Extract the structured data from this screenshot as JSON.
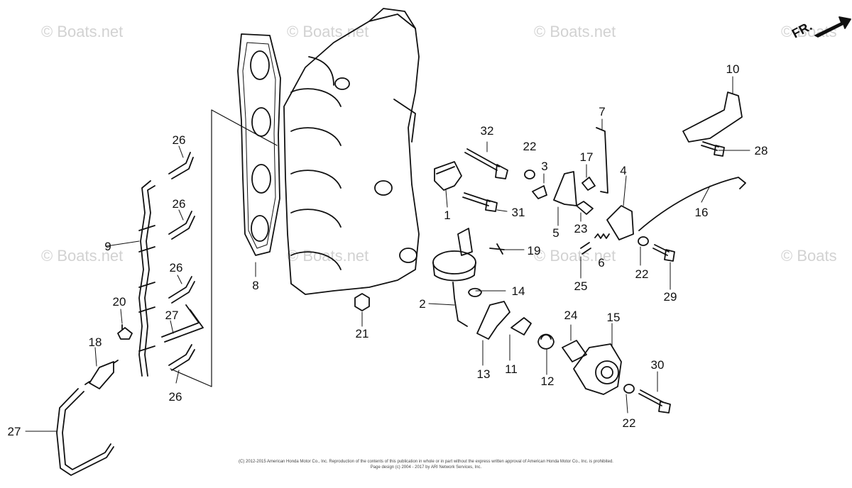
{
  "watermarks": [
    {
      "text": "© Boats.net"
    },
    {
      "text": "© Boats.net"
    },
    {
      "text": "© Boats.net"
    },
    {
      "text": "© Boats"
    },
    {
      "text": "© Boats.net"
    },
    {
      "text": "© Boats.net"
    },
    {
      "text": "© Boats.net"
    },
    {
      "text": "© Boats"
    }
  ],
  "direction_label": "FR.",
  "callouts": [
    "1",
    "2",
    "3",
    "4",
    "5",
    "6",
    "7",
    "8",
    "9",
    "10",
    "11",
    "12",
    "13",
    "14",
    "15",
    "16",
    "17",
    "18",
    "19",
    "20",
    "21",
    "22",
    "22",
    "22",
    "23",
    "24",
    "25",
    "26",
    "26",
    "26",
    "26",
    "27",
    "27",
    "28",
    "29",
    "30",
    "31",
    "32"
  ],
  "footer": {
    "line1": "(C) 2012-2015 American Honda Motor Co., Inc. Reproduction of the contents of this publication in whole or in part without the express written approval of American Honda Motor Co., Inc. is prohibited.",
    "line2": "Page design (c) 2004 - 2017 by ARI Network Services, Inc."
  }
}
